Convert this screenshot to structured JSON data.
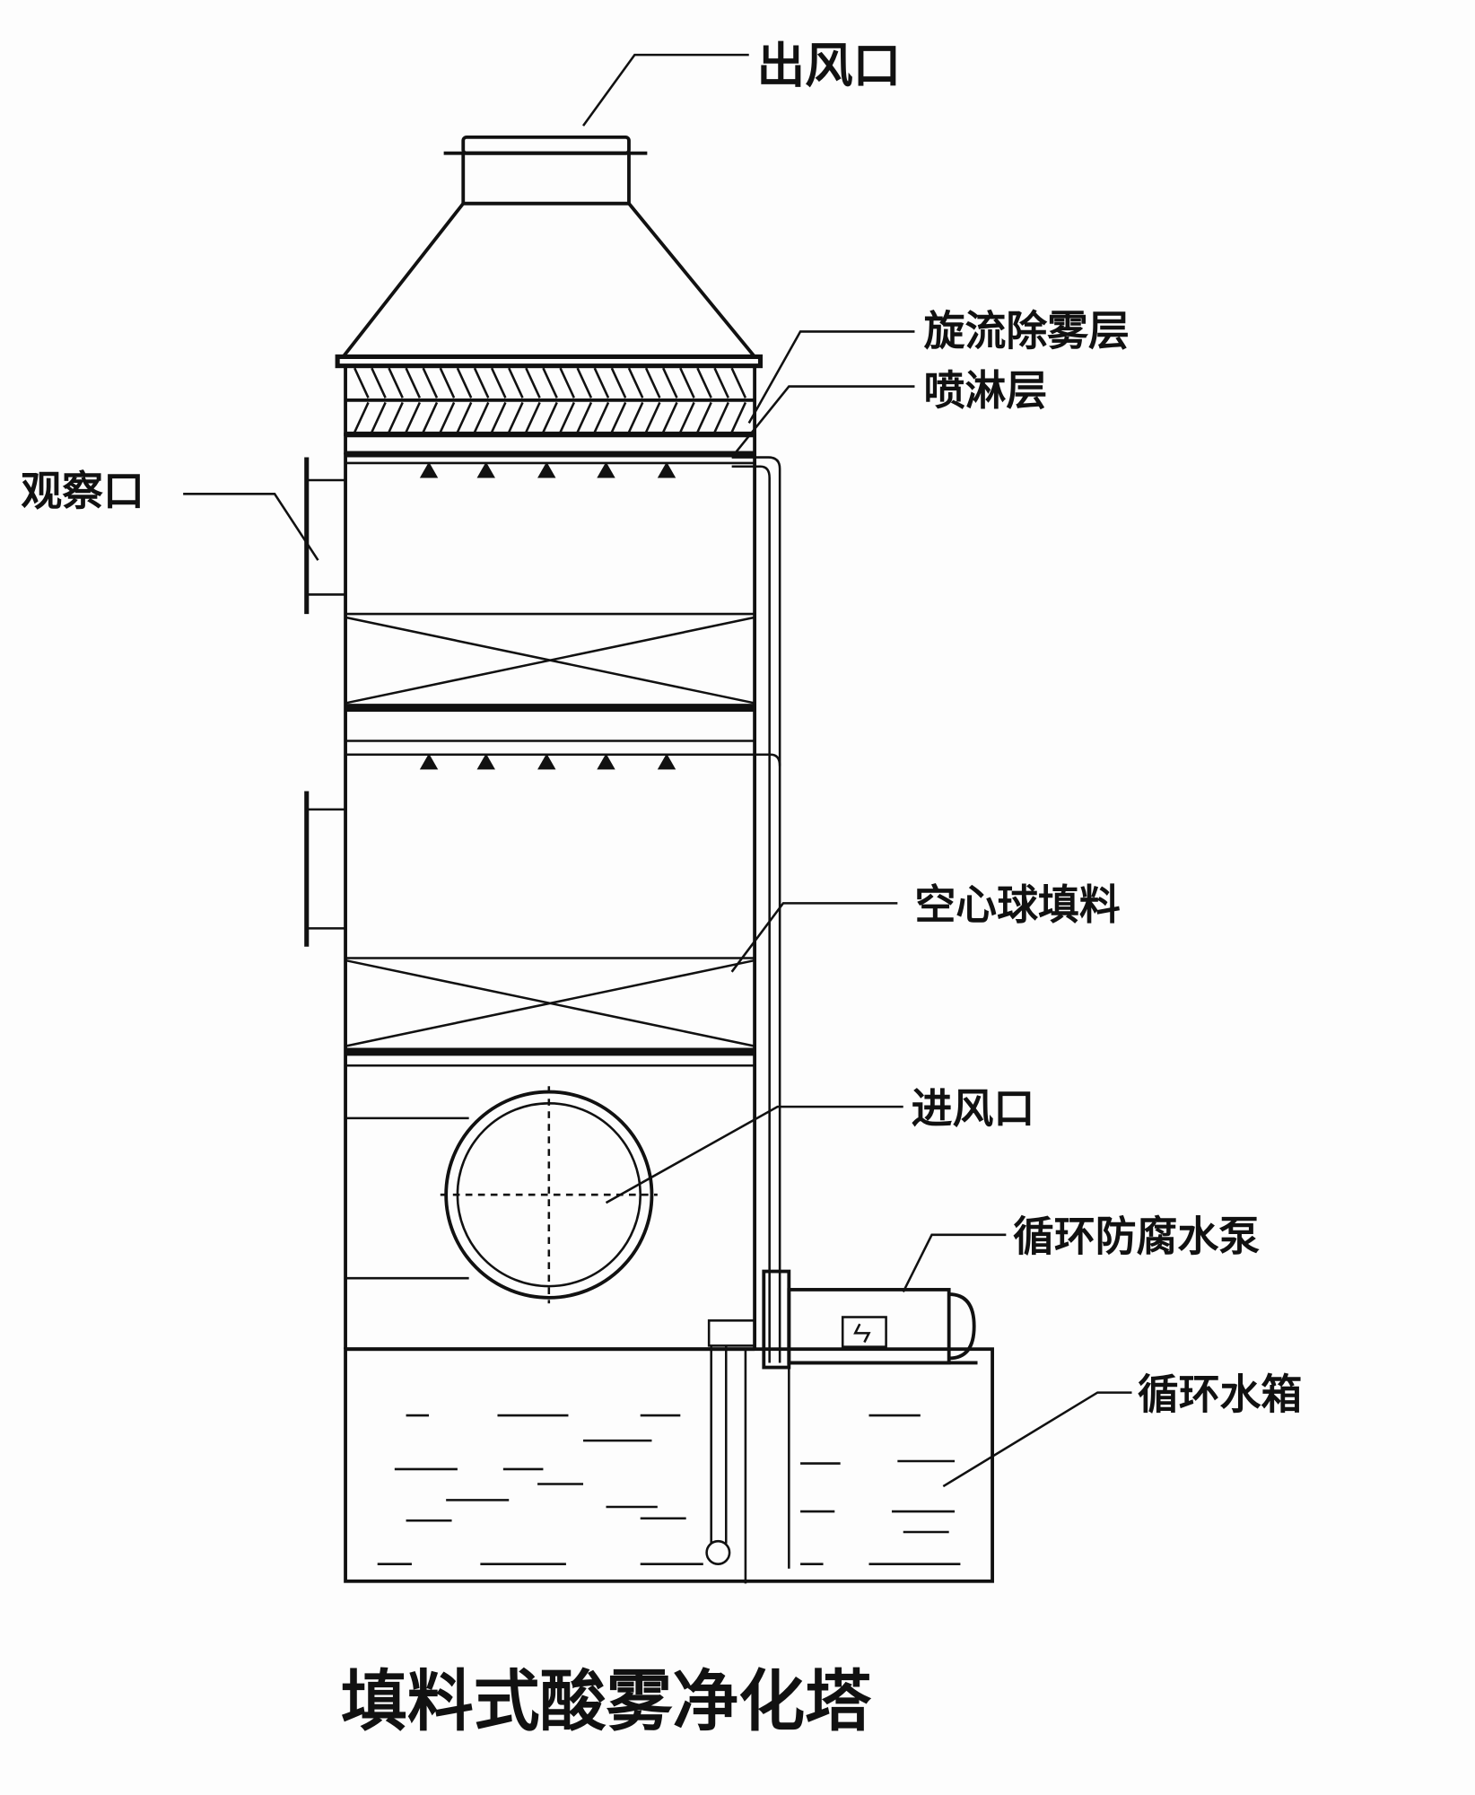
{
  "diagram": {
    "title": "填料式酸雾净化塔",
    "labels": {
      "outlet": "出风口",
      "demister": "旋流除雾层",
      "spray": "喷淋层",
      "observation": "观察口",
      "packing": "空心球填料",
      "inlet": "进风口",
      "pump": "循环防腐水泵",
      "tank": "循环水箱"
    }
  }
}
